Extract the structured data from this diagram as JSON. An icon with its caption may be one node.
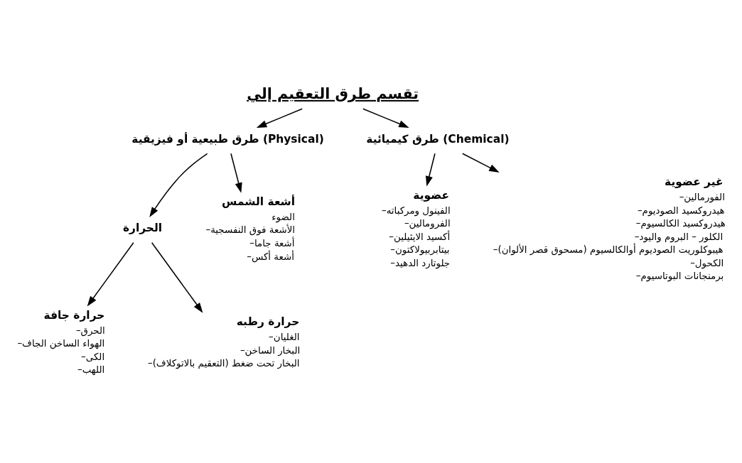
{
  "diagram": {
    "nodes": [
      {
        "text": [
          "تقسم طرق التعقيم إلي"
        ]
      },
      {
        "text": [
          "طرق كيميائية (Chemical)"
        ]
      },
      {
        "text": [
          "طرق طبيعية أو فيزيقية (Physical)"
        ]
      },
      {
        "text": [
          "غير عضوية"
        ],
        "beside": [
          "–الفورمالين",
          "–هيدروكسيد الصوديوم",
          "–هيدروكسيد الكالسيوم",
          "–الكلور – البروم واليود",
          "–هيبوكلوريت الصوديوم أوالكالسيوم (مسحوق قصر الألوان)",
          "–الكحول",
          "–برمنجانات البوتاسيوم"
        ]
      },
      {
        "text": [
          "عضوية"
        ],
        "beside": [
          "–الفينول ومركباته",
          "–الفرومالين",
          "–أكسيد الايثيلين",
          "–بيتابربيولاكتون",
          "–جلوتارد الدهيد"
        ]
      },
      {
        "text": [
          "أشعة الشمس"
        ],
        "beside": [
          "الضوء",
          "–الأشعة فوق النفسجية",
          "–أشعة جاما",
          "–أشعة أكس"
        ]
      },
      {
        "text": [
          "الحرارة"
        ]
      },
      {
        "text": [
          "حرارة رطبه"
        ],
        "beside": [
          "–الغليان",
          "–البخار الساخن",
          "–البخار تحت ضغط (التعقيم بالاتوكلاف)"
        ]
      },
      {
        "text": [
          "حرارة جافة"
        ],
        "beside": [
          "–الحرق",
          "–الهواء الساخن الجاف",
          "–الكى",
          "–اللهب"
        ]
      }
    ],
    "edges": [
      {
        "from": 0,
        "to": 1,
        "arrow": "to"
      },
      {
        "from": 0,
        "to": 2,
        "arrow": "to"
      },
      {
        "from": 1,
        "to": 3,
        "arrow": "to"
      },
      {
        "from": 1,
        "to": 4,
        "arrow": "to"
      },
      {
        "from": 2,
        "to": 5,
        "arrow": "to"
      },
      {
        "from": 2,
        "to": 6,
        "arrow": "to"
      },
      {
        "from": 6,
        "to": 7,
        "arrow": "to"
      },
      {
        "from": 6,
        "to": 8,
        "arrow": "to"
      }
    ]
  }
}
